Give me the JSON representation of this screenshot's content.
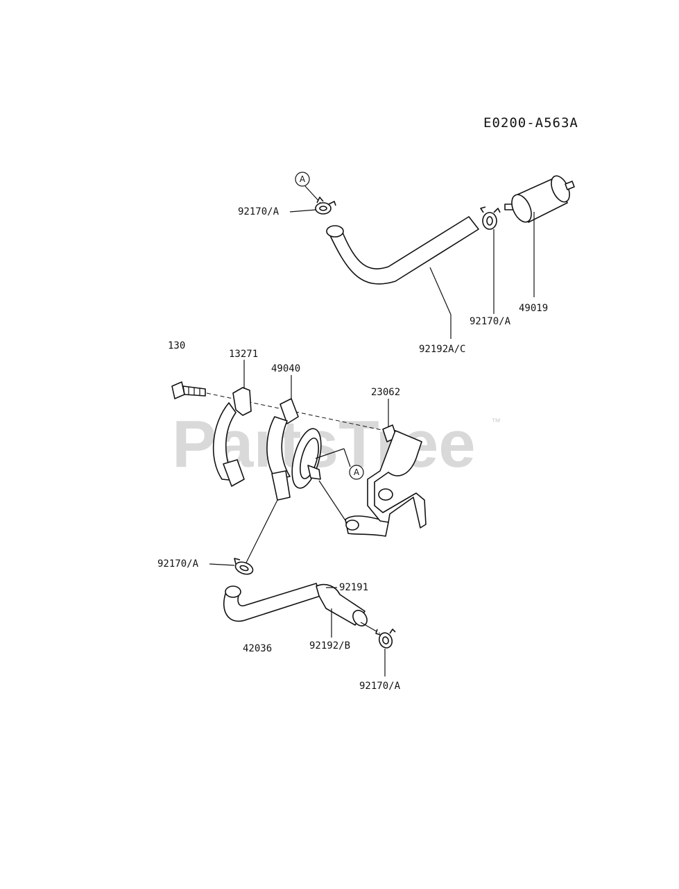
{
  "diagram_code": "E0200-A563A",
  "watermark": {
    "text": "PartsTree",
    "mark": "™"
  },
  "callouts": {
    "a_top": "A",
    "a_mid": "A"
  },
  "labels": {
    "clamp_top_left": "92170/A",
    "clamp_top_right": "92170/A",
    "fuel_filter": "49019",
    "hose_top": "92192A/C",
    "ref_130": "130",
    "bracket_13271": "13271",
    "pump_49040": "49040",
    "bracket_23062": "23062",
    "clamp_mid_left": "92170/A",
    "hose_92191": "92191",
    "hose_42036": "42036",
    "hose_92192b": "92192/B",
    "clamp_bottom": "92170/A"
  }
}
